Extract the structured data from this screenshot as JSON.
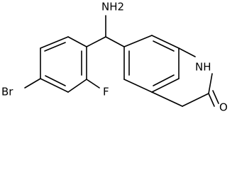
{
  "molecule": {
    "atoms": {
      "amino": "NH2",
      "fluoro": "F",
      "bromo": "Br",
      "ring_nh": "NH",
      "carbonyl_o": "O"
    }
  }
}
